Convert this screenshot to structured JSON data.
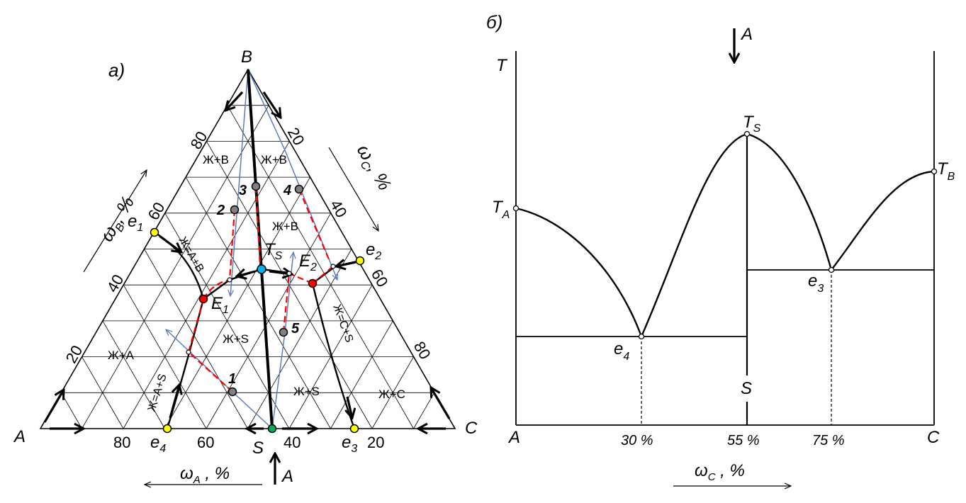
{
  "left_panel": {
    "panel_label": "а)",
    "vertex_a": "A",
    "vertex_b": "B",
    "vertex_c": "C",
    "compound": "S",
    "axis_b": {
      "label": "ω",
      "sub": "B",
      "unit": ", %"
    },
    "axis_c": {
      "label": "ω",
      "sub": "C",
      "unit": ", %"
    },
    "axis_a": {
      "label": "ω",
      "sub": "A",
      "unit": " , %"
    },
    "tick_a": [
      "80",
      "60",
      "40",
      "20"
    ],
    "tick_b": [
      "20",
      "40",
      "60",
      "80"
    ],
    "tick_c": [
      "20",
      "40",
      "60",
      "80"
    ],
    "regions": [
      "Ж+B",
      "Ж+B",
      "Ж+B",
      "Ж+A",
      "Ж+S",
      "Ж+S",
      "Ж+C"
    ],
    "curves": [
      "Ж=A+B",
      "Ж=A+S",
      "Ж=C+S"
    ],
    "eutectics": [
      {
        "main": "e",
        "sub": "1"
      },
      {
        "main": "e",
        "sub": "2"
      },
      {
        "main": "e",
        "sub": "3"
      },
      {
        "main": "e",
        "sub": "4"
      },
      {
        "main": "E",
        "sub": "1"
      },
      {
        "main": "E",
        "sub": "2"
      }
    ],
    "ts_point": {
      "main": "T",
      "sub": "S"
    },
    "points": [
      "1",
      "2",
      "3",
      "4",
      "5"
    ],
    "colors": {
      "eutectic_point": "#ffff00",
      "ternary_eutectic": "#ff0000",
      "ts_point": "#00b0f0",
      "s_point": "#00b050",
      "tie_line": "#5a7dbd",
      "path": "#ff0000",
      "point": "#808080"
    }
  },
  "right_panel": {
    "panel_label": "б)",
    "y_axis": "T",
    "top_arrow": "A",
    "ta": {
      "main": "T",
      "sub": "A"
    },
    "ts": {
      "main": "T",
      "sub": "S"
    },
    "tb": {
      "main": "T",
      "sub": "B"
    },
    "e3": {
      "main": "e",
      "sub": "3"
    },
    "e4": {
      "main": "e",
      "sub": "4"
    },
    "compound": "S",
    "x_ends": [
      "A",
      "C"
    ],
    "x_ticks": [
      "30 %",
      "55 %",
      "75 %"
    ],
    "x_axis": {
      "label": "ω",
      "sub": "C",
      "unit": " , %"
    }
  }
}
